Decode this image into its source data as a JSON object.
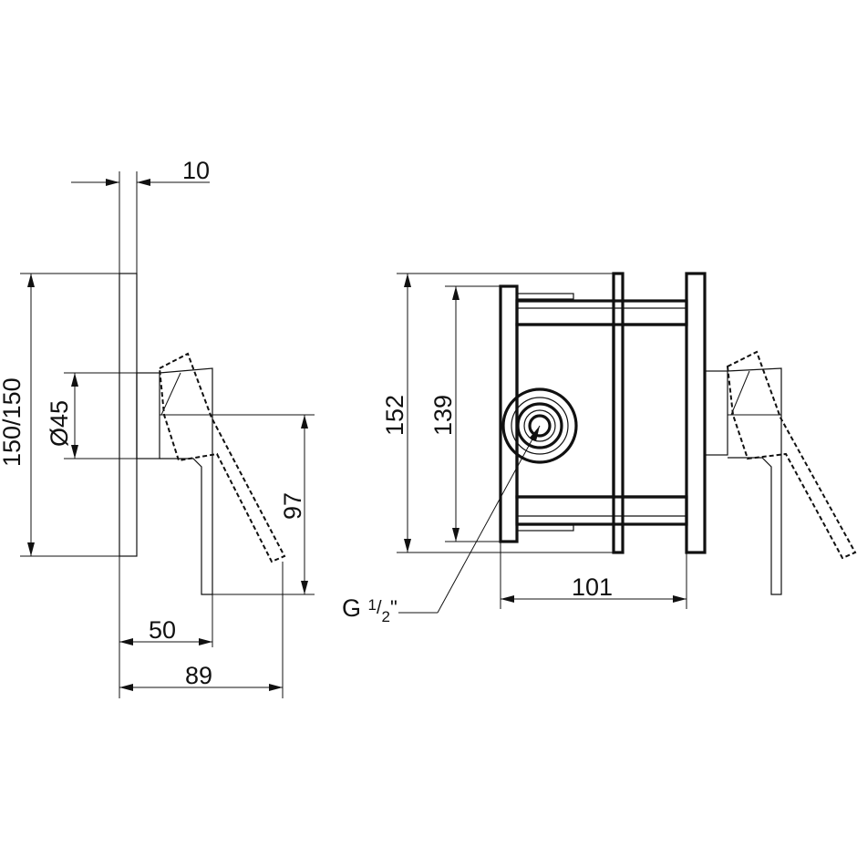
{
  "dimensions": {
    "plate_thickness": "10",
    "plate_size": "150/150",
    "diameter": "Ø45",
    "lever_drop": "97",
    "projection": "50",
    "total_depth": "89",
    "box_height": "152",
    "inner_height": "139",
    "box_depth": "101"
  },
  "thread": {
    "prefix": "G ",
    "fraction_num": "1",
    "fraction_den": "2",
    "suffix": "\""
  },
  "colors": {
    "line": "#111111",
    "background": "#ffffff"
  }
}
